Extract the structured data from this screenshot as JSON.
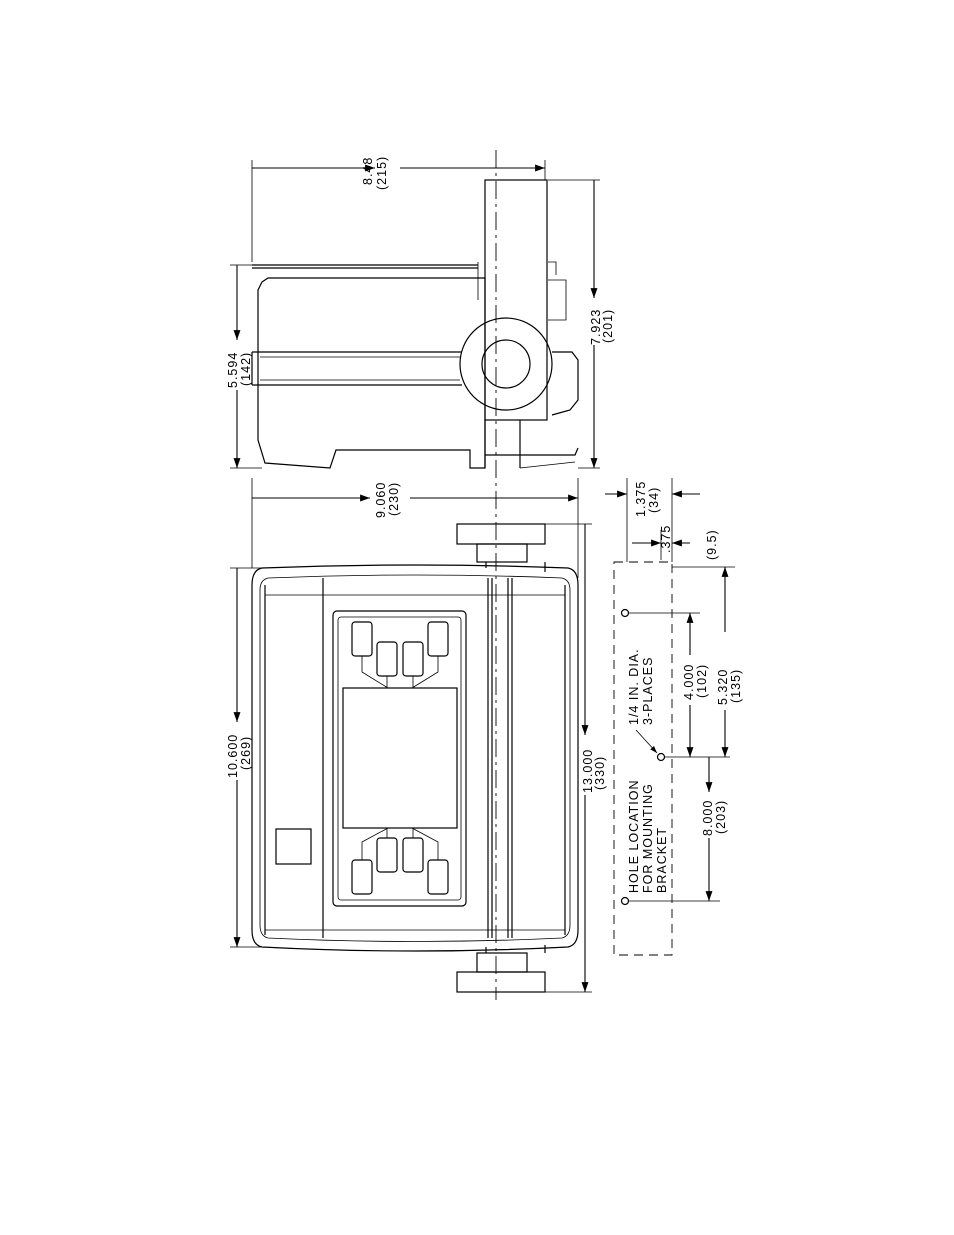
{
  "dimensions": {
    "top_width": {
      "in": "8.48",
      "mm": "(215)"
    },
    "body_height": {
      "in": "5.594",
      "mm": "(142)"
    },
    "total_height": {
      "in": "7.923",
      "mm": "(201)"
    },
    "overall_length": {
      "in": "9.060",
      "mm": "(230)"
    },
    "depth": {
      "in": "10.600",
      "mm": "(269)"
    },
    "total_depth": {
      "in": "13.000",
      "mm": "(330)"
    },
    "bracket_width": {
      "in": "1.375",
      "mm": "(34)"
    },
    "bracket_offset": {
      "in": ".375",
      "mm": "(9.5)"
    },
    "hole_spacing_a": {
      "in": "4.000",
      "mm": "(102)"
    },
    "hole_spacing_b": {
      "in": "5.320",
      "mm": "(135)"
    },
    "hole_spacing_c": {
      "in": "8.000",
      "mm": "(203)"
    }
  },
  "notes": {
    "hole_dia_line1": "1/4 IN. DIA.",
    "hole_dia_line2": "3-PLACES",
    "mounting_line1": "HOLE LOCATION",
    "mounting_line2": "FOR MOUNTING",
    "mounting_line3": "BRACKET"
  }
}
